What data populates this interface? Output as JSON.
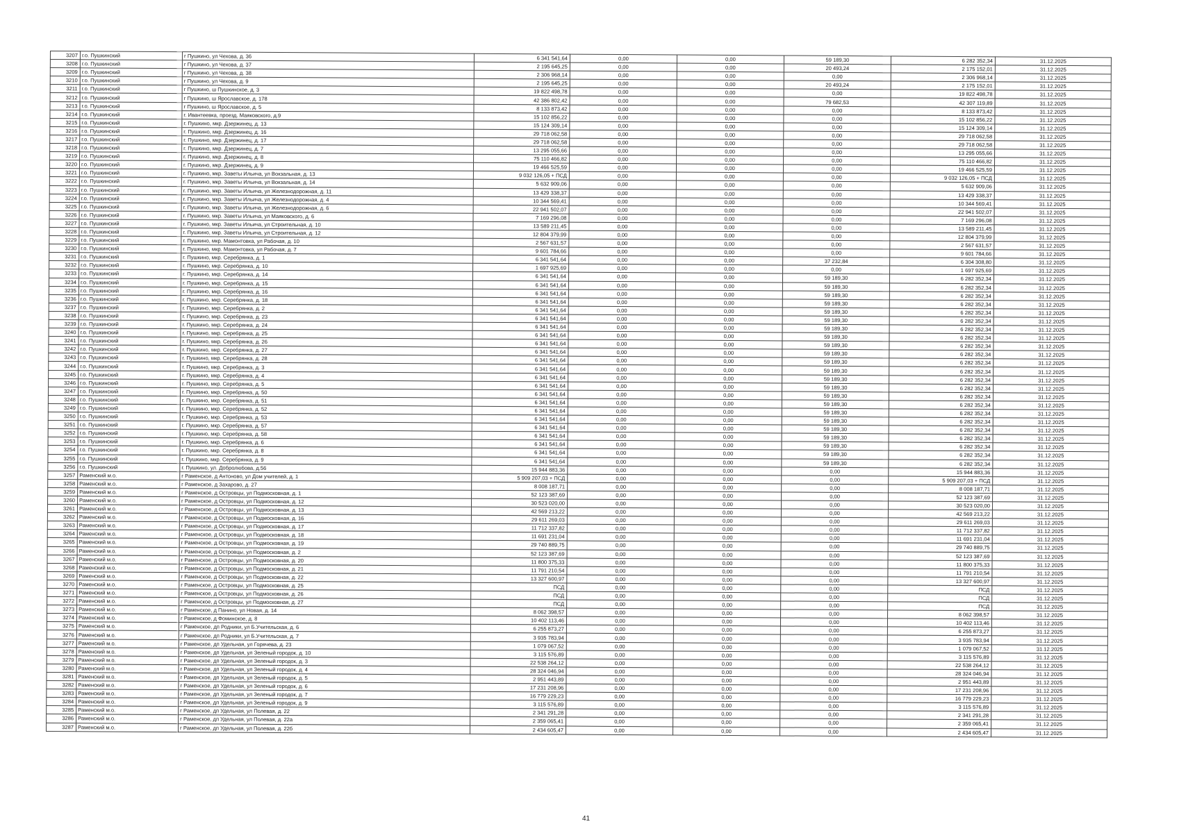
{
  "page_number": "41",
  "rows": [
    [
      "3207",
      "г.о. Пушкинский",
      "г Пушкино, ул Чехова, д. 36",
      "6 341 541,64",
      "0,00",
      "0,00",
      "59 189,30",
      "6 282 352,34",
      "31.12.2025"
    ],
    [
      "3208",
      "г.о. Пушкинский",
      "г Пушкино, ул Чехова, д. 37",
      "2 195 645,25",
      "0,00",
      "0,00",
      "20 493,24",
      "2 175 152,01",
      "31.12.2025"
    ],
    [
      "3209",
      "г.о. Пушкинский",
      "г Пушкино, ул Чехова, д. 38",
      "2 306 968,14",
      "0,00",
      "0,00",
      "0,00",
      "2 306 968,14",
      "31.12.2025"
    ],
    [
      "3210",
      "г.о. Пушкинский",
      "г Пушкино, ул Чехова, д. 9",
      "2 195 645,25",
      "0,00",
      "0,00",
      "20 493,24",
      "2 175 152,01",
      "31.12.2025"
    ],
    [
      "3211",
      "г.о. Пушкинский",
      "г Пушкино, ш Пушкинское, д. 3",
      "19 822 498,78",
      "0,00",
      "0,00",
      "0,00",
      "19 822 498,78",
      "31.12.2025"
    ],
    [
      "3212",
      "г.о. Пушкинский",
      "г Пушкино, ш Ярославское, д. 178",
      "42 386 802,42",
      "0,00",
      "0,00",
      "79 682,53",
      "42 307 119,89",
      "31.12.2025"
    ],
    [
      "3213",
      "г.о. Пушкинский",
      "г Пушкино, ш Ярославское, д. 5",
      "8 133 873,42",
      "0,00",
      "0,00",
      "0,00",
      "8 133 873,42",
      "31.12.2025"
    ],
    [
      "3214",
      "г.о. Пушкинский",
      "г. Ивантеевка, проезд. Маяковского, д.9",
      "15 102 856,22",
      "0,00",
      "0,00",
      "0,00",
      "15 102 856,22",
      "31.12.2025"
    ],
    [
      "3215",
      "г.о. Пушкинский",
      "г. Пушкино, мкр. Дзержинец, д. 13",
      "15 124 309,14",
      "0,00",
      "0,00",
      "0,00",
      "15 124 309,14",
      "31.12.2025"
    ],
    [
      "3216",
      "г.о. Пушкинский",
      "г. Пушкино, мкр. Дзержинец, д. 16",
      "29 718 062,58",
      "0,00",
      "0,00",
      "0,00",
      "29 718 062,58",
      "31.12.2025"
    ],
    [
      "3217",
      "г.о. Пушкинский",
      "г. Пушкино, мкр. Дзержинец, д. 17",
      "29 718 062,58",
      "0,00",
      "0,00",
      "0,00",
      "29 718 062,58",
      "31.12.2025"
    ],
    [
      "3218",
      "г.о. Пушкинский",
      "г. Пушкино, мкр. Дзержинец, д. 7",
      "13 295 055,66",
      "0,00",
      "0,00",
      "0,00",
      "13 295 055,66",
      "31.12.2025"
    ],
    [
      "3219",
      "г.о. Пушкинский",
      "г. Пушкино, мкр. Дзержинец, д. 8",
      "75 110 466,82",
      "0,00",
      "0,00",
      "0,00",
      "75 110 466,82",
      "31.12.2025"
    ],
    [
      "3220",
      "г.о. Пушкинский",
      "г. Пушкино, мкр. Дзержинец, д. 9",
      "19 466 525,59",
      "0,00",
      "0,00",
      "0,00",
      "19 466 525,59",
      "31.12.2025"
    ],
    [
      "3221",
      "г.о. Пушкинский",
      "г. Пушкино, мкр. Заветы Ильича, ул Вокзальная, д. 13",
      "9 032 126,05 + ПСД",
      "0,00",
      "0,00",
      "0,00",
      "9 032 126,05 + ПСД",
      "31.12.2025"
    ],
    [
      "3222",
      "г.о. Пушкинский",
      "г. Пушкино, мкр. Заветы Ильича, ул Вокзальная, д. 14",
      "5 632 909,06",
      "0,00",
      "0,00",
      "0,00",
      "5 632 909,06",
      "31.12.2025"
    ],
    [
      "3223",
      "г.о. Пушкинский",
      "г. Пушкино, мкр. Заветы Ильича, ул Железнодорожная, д. 11",
      "13 429 338,37",
      "0,00",
      "0,00",
      "0,00",
      "13 429 338,37",
      "31.12.2025"
    ],
    [
      "3224",
      "г.о. Пушкинский",
      "г. Пушкино, мкр. Заветы Ильича, ул Железнодорожная, д. 4",
      "10 344 569,41",
      "0,00",
      "0,00",
      "0,00",
      "10 344 569,41",
      "31.12.2025"
    ],
    [
      "3225",
      "г.о. Пушкинский",
      "г. Пушкино, мкр. Заветы Ильича, ул Железнодорожная, д. 6",
      "22 941 502,07",
      "0,00",
      "0,00",
      "0,00",
      "22 941 502,07",
      "31.12.2025"
    ],
    [
      "3226",
      "г.о. Пушкинский",
      "г. Пушкино, мкр. Заветы Ильича, ул Маяковского, д. 6",
      "7 169 296,08",
      "0,00",
      "0,00",
      "0,00",
      "7 169 296,08",
      "31.12.2025"
    ],
    [
      "3227",
      "г.о. Пушкинский",
      "г. Пушкино, мкр. Заветы Ильича, ул Строительная, д. 10",
      "13 589 211,45",
      "0,00",
      "0,00",
      "0,00",
      "13 589 211,45",
      "31.12.2025"
    ],
    [
      "3228",
      "г.о. Пушкинский",
      "г. Пушкино, мкр. Заветы Ильича, ул Строительная, д. 12",
      "12 804 379,99",
      "0,00",
      "0,00",
      "0,00",
      "12 804 379,99",
      "31.12.2025"
    ],
    [
      "3229",
      "г.о. Пушкинский",
      "г. Пушкино, мкр. Мамонтовка, ул Рабочая, д. 10",
      "2 567 631,57",
      "0,00",
      "0,00",
      "0,00",
      "2 567 631,57",
      "31.12.2025"
    ],
    [
      "3230",
      "г.о. Пушкинский",
      "г. Пушкино, мкр. Мамонтовка, ул Рабочая, д. 7",
      "9 601 784,66",
      "0,00",
      "0,00",
      "0,00",
      "9 601 784,66",
      "31.12.2025"
    ],
    [
      "3231",
      "г.о. Пушкинский",
      "г. Пушкино, мкр. Серебрянка, д. 1",
      "6 341 541,64",
      "0,00",
      "0,00",
      "37 232,84",
      "6 304 308,80",
      "31.12.2025"
    ],
    [
      "3232",
      "г.о. Пушкинский",
      "г. Пушкино, мкр. Серебрянка, д. 10",
      "1 697 925,69",
      "0,00",
      "0,00",
      "0,00",
      "1 697 925,69",
      "31.12.2025"
    ],
    [
      "3233",
      "г.о. Пушкинский",
      "г. Пушкино, мкр. Серебрянка, д. 14",
      "6 341 541,64",
      "0,00",
      "0,00",
      "59 189,30",
      "6 282 352,34",
      "31.12.2025"
    ],
    [
      "3234",
      "г.о. Пушкинский",
      "г. Пушкино, мкр. Серебрянка, д. 15",
      "6 341 541,64",
      "0,00",
      "0,00",
      "59 189,30",
      "6 282 352,34",
      "31.12.2025"
    ],
    [
      "3235",
      "г.о. Пушкинский",
      "г. Пушкино, мкр. Серебрянка, д. 16",
      "6 341 541,64",
      "0,00",
      "0,00",
      "59 189,30",
      "6 282 352,34",
      "31.12.2025"
    ],
    [
      "3236",
      "г.о. Пушкинский",
      "г. Пушкино, мкр. Серебрянка, д. 18",
      "6 341 541,64",
      "0,00",
      "0,00",
      "59 189,30",
      "6 282 352,34",
      "31.12.2025"
    ],
    [
      "3237",
      "г.о. Пушкинский",
      "г. Пушкино, мкр. Серебрянка, д. 2",
      "6 341 541,64",
      "0,00",
      "0,00",
      "59 189,30",
      "6 282 352,34",
      "31.12.2025"
    ],
    [
      "3238",
      "г.о. Пушкинский",
      "г. Пушкино, мкр. Серебрянка, д. 23",
      "6 341 541,64",
      "0,00",
      "0,00",
      "59 189,30",
      "6 282 352,34",
      "31.12.2025"
    ],
    [
      "3239",
      "г.о. Пушкинский",
      "г. Пушкино, мкр. Серебрянка, д. 24",
      "6 341 541,64",
      "0,00",
      "0,00",
      "59 189,30",
      "6 282 352,34",
      "31.12.2025"
    ],
    [
      "3240",
      "г.о. Пушкинский",
      "г. Пушкино, мкр. Серебрянка, д. 25",
      "6 341 541,64",
      "0,00",
      "0,00",
      "59 189,30",
      "6 282 352,34",
      "31.12.2025"
    ],
    [
      "3241",
      "г.о. Пушкинский",
      "г. Пушкино, мкр. Серебрянка, д. 26",
      "6 341 541,64",
      "0,00",
      "0,00",
      "59 189,30",
      "6 282 352,34",
      "31.12.2025"
    ],
    [
      "3242",
      "г.о. Пушкинский",
      "г. Пушкино, мкр. Серебрянка, д. 27",
      "6 341 541,64",
      "0,00",
      "0,00",
      "59 189,30",
      "6 282 352,34",
      "31.12.2025"
    ],
    [
      "3243",
      "г.о. Пушкинский",
      "г. Пушкино, мкр. Серебрянка, д. 28",
      "6 341 541,64",
      "0,00",
      "0,00",
      "59 189,30",
      "6 282 352,34",
      "31.12.2025"
    ],
    [
      "3244",
      "г.о. Пушкинский",
      "г. Пушкино, мкр. Серебрянка, д. 3",
      "6 341 541,64",
      "0,00",
      "0,00",
      "59 189,30",
      "6 282 352,34",
      "31.12.2025"
    ],
    [
      "3245",
      "г.о. Пушкинский",
      "г. Пушкино, мкр. Серебрянка, д. 4",
      "6 341 541,64",
      "0,00",
      "0,00",
      "59 189,30",
      "6 282 352,34",
      "31.12.2025"
    ],
    [
      "3246",
      "г.о. Пушкинский",
      "г. Пушкино, мкр. Серебрянка, д. 5",
      "6 341 541,64",
      "0,00",
      "0,00",
      "59 189,30",
      "6 282 352,34",
      "31.12.2025"
    ],
    [
      "3247",
      "г.о. Пушкинский",
      "г. Пушкино, мкр. Серебрянка, д. 50",
      "6 341 541,64",
      "0,00",
      "0,00",
      "59 189,30",
      "6 282 352,34",
      "31.12.2025"
    ],
    [
      "3248",
      "г.о. Пушкинский",
      "г. Пушкино, мкр. Серебрянка, д. 51",
      "6 341 541,64",
      "0,00",
      "0,00",
      "59 189,30",
      "6 282 352,34",
      "31.12.2025"
    ],
    [
      "3249",
      "г.о. Пушкинский",
      "г. Пушкино, мкр. Серебрянка, д. 52",
      "6 341 541,64",
      "0,00",
      "0,00",
      "59 189,30",
      "6 282 352,34",
      "31.12.2025"
    ],
    [
      "3250",
      "г.о. Пушкинский",
      "г. Пушкино, мкр. Серебрянка, д. 53",
      "6 341 541,64",
      "0,00",
      "0,00",
      "59 189,30",
      "6 282 352,34",
      "31.12.2025"
    ],
    [
      "3251",
      "г.о. Пушкинский",
      "г. Пушкино, мкр. Серебрянка, д. 57",
      "6 341 541,64",
      "0,00",
      "0,00",
      "59 189,30",
      "6 282 352,34",
      "31.12.2025"
    ],
    [
      "3252",
      "г.о. Пушкинский",
      "г. Пушкино, мкр. Серебрянка, д. 58",
      "6 341 541,64",
      "0,00",
      "0,00",
      "59 189,30",
      "6 282 352,34",
      "31.12.2025"
    ],
    [
      "3253",
      "г.о. Пушкинский",
      "г. Пушкино, мкр. Серебрянка, д. 6",
      "6 341 541,64",
      "0,00",
      "0,00",
      "59 189,30",
      "6 282 352,34",
      "31.12.2025"
    ],
    [
      "3254",
      "г.о. Пушкинский",
      "г. Пушкино, мкр. Серебрянка, д. 8",
      "6 341 541,64",
      "0,00",
      "0,00",
      "59 189,30",
      "6 282 352,34",
      "31.12.2025"
    ],
    [
      "3255",
      "г.о. Пушкинский",
      "г. Пушкино, мкр. Серебрянка, д. 9",
      "6 341 541,64",
      "0,00",
      "0,00",
      "59 189,30",
      "6 282 352,34",
      "31.12.2025"
    ],
    [
      "3256",
      "г.о. Пушкинский",
      "г. Пушкино, ул. Добролюбова, д.56",
      "15 944 883,36",
      "0,00",
      "0,00",
      "0,00",
      "15 944 883,36",
      "31.12.2025"
    ],
    [
      "3257",
      "Раменский м.о.",
      "г Раменское, д Антоново, ул Дом учителей, д. 1",
      "5 909 207,03 + ПСД",
      "0,00",
      "0,00",
      "0,00",
      "5 909 207,03 + ПСД",
      "31.12.2025"
    ],
    [
      "3258",
      "Раменский м.о.",
      "г Раменское, д Захарово, д. 27",
      "8 008 187,71",
      "0,00",
      "0,00",
      "0,00",
      "8 008 187,71",
      "31.12.2025"
    ],
    [
      "3259",
      "Раменский м.о.",
      "г Раменское, д Островцы, ул Подмосковная, д. 1",
      "52 123 387,69",
      "0,00",
      "0,00",
      "0,00",
      "52 123 387,69",
      "31.12.2025"
    ],
    [
      "3260",
      "Раменский м.о.",
      "г Раменское, д Островцы, ул Подмосковная, д. 12",
      "30 523 020,00",
      "0,00",
      "0,00",
      "0,00",
      "30 523 020,00",
      "31.12.2025"
    ],
    [
      "3261",
      "Раменский м.о.",
      "г Раменское, д Островцы, ул Подмосковная, д. 13",
      "42 569 213,22",
      "0,00",
      "0,00",
      "0,00",
      "42 569 213,22",
      "31.12.2025"
    ],
    [
      "3262",
      "Раменский м.о.",
      "г Раменское, д Островцы, ул Подмосковная, д. 16",
      "29 611 269,03",
      "0,00",
      "0,00",
      "0,00",
      "29 611 269,03",
      "31.12.2025"
    ],
    [
      "3263",
      "Раменский м.о.",
      "г Раменское, д Островцы, ул Подмосковная, д. 17",
      "11 712 337,82",
      "0,00",
      "0,00",
      "0,00",
      "11 712 337,82",
      "31.12.2025"
    ],
    [
      "3264",
      "Раменский м.о.",
      "г Раменское, д Островцы, ул Подмосковная, д. 18",
      "11 691 231,04",
      "0,00",
      "0,00",
      "0,00",
      "11 691 231,04",
      "31.12.2025"
    ],
    [
      "3265",
      "Раменский м.о.",
      "г Раменское, д Островцы, ул Подмосковная, д. 19",
      "29 740 889,75",
      "0,00",
      "0,00",
      "0,00",
      "29 740 889,75",
      "31.12.2025"
    ],
    [
      "3266",
      "Раменский м.о.",
      "г Раменское, д Островцы, ул Подмосковная, д. 2",
      "52 123 387,69",
      "0,00",
      "0,00",
      "0,00",
      "52 123 387,69",
      "31.12.2025"
    ],
    [
      "3267",
      "Раменский м.о.",
      "г Раменское, д Островцы, ул Подмосковная, д. 20",
      "11 800 375,33",
      "0,00",
      "0,00",
      "0,00",
      "11 800 375,33",
      "31.12.2025"
    ],
    [
      "3268",
      "Раменский м.о.",
      "г Раменское, д Островцы, ул Подмосковная, д. 21",
      "11 791 210,54",
      "0,00",
      "0,00",
      "0,00",
      "11 791 210,54",
      "31.12.2025"
    ],
    [
      "3269",
      "Раменский м.о.",
      "г Раменское, д Островцы, ул Подмосковная, д. 22",
      "13 327 600,97",
      "0,00",
      "0,00",
      "0,00",
      "13 327 600,97",
      "31.12.2025"
    ],
    [
      "3270",
      "Раменский м.о.",
      "г Раменское, д Островцы, ул Подмосковная, д. 25",
      "ПСД",
      "0,00",
      "0,00",
      "0,00",
      "ПСД",
      "31.12.2025"
    ],
    [
      "3271",
      "Раменский м.о.",
      "г Раменское, д Островцы, ул Подмосковная, д. 26",
      "ПСД",
      "0,00",
      "0,00",
      "0,00",
      "ПСД",
      "31.12.2025"
    ],
    [
      "3272",
      "Раменский м.о.",
      "г Раменское, д Островцы, ул Подмосковная, д. 27",
      "ПСД",
      "0,00",
      "0,00",
      "0,00",
      "ПСД",
      "31.12.2025"
    ],
    [
      "3273",
      "Раменский м.о.",
      "г Раменское, д Панино, ул Новая, д. 14",
      "8 062 398,57",
      "0,00",
      "0,00",
      "0,00",
      "8 062 398,57",
      "31.12.2025"
    ],
    [
      "3274",
      "Раменский м.о.",
      "г Раменское, д Фоминское, д. 8",
      "10 402 113,46",
      "0,00",
      "0,00",
      "0,00",
      "10 402 113,46",
      "31.12.2025"
    ],
    [
      "3275",
      "Раменский м.о.",
      "г Раменское, дп Родники, ул Б.Учительская, д. 6",
      "6 255 873,27",
      "0,00",
      "0,00",
      "0,00",
      "6 255 873,27",
      "31.12.2025"
    ],
    [
      "3276",
      "Раменский м.о.",
      "г Раменское, дп Родники, ул Б.Учительская, д. 7",
      "3 935 783,94",
      "0,00",
      "0,00",
      "0,00",
      "3 935 783,94",
      "31.12.2025"
    ],
    [
      "3277",
      "Раменский м.о.",
      "г Раменское, дп Удельная, ул Горячева, д. 23",
      "1 079 067,52",
      "0,00",
      "0,00",
      "0,00",
      "1 079 067,52",
      "31.12.2025"
    ],
    [
      "3278",
      "Раменский м.о.",
      "г Раменское, дп Удельная, ул Зеленый городок, д. 10",
      "3 115 576,89",
      "0,00",
      "0,00",
      "0,00",
      "3 115 576,89",
      "31.12.2025"
    ],
    [
      "3279",
      "Раменский м.о.",
      "г Раменское, дп Удельная, ул Зеленый городок, д. 3",
      "22 538 264,12",
      "0,00",
      "0,00",
      "0,00",
      "22 538 264,12",
      "31.12.2025"
    ],
    [
      "3280",
      "Раменский м.о.",
      "г Раменское, дп Удельная, ул Зеленый городок, д. 4",
      "28 324 046,94",
      "0,00",
      "0,00",
      "0,00",
      "28 324 046,94",
      "31.12.2025"
    ],
    [
      "3281",
      "Раменский м.о.",
      "г Раменское, дп Удельная, ул Зеленый городок, д. 5",
      "2 951 443,89",
      "0,00",
      "0,00",
      "0,00",
      "2 951 443,89",
      "31.12.2025"
    ],
    [
      "3282",
      "Раменский м.о.",
      "г Раменское, дп Удельная, ул Зеленый городок, д. 6",
      "17 231 208,96",
      "0,00",
      "0,00",
      "0,00",
      "17 231 208,96",
      "31.12.2025"
    ],
    [
      "3283",
      "Раменский м.о.",
      "г Раменское, дп Удельная, ул Зеленый городок, д. 7",
      "16 779 229,23",
      "0,00",
      "0,00",
      "0,00",
      "16 779 229,23",
      "31.12.2025"
    ],
    [
      "3284",
      "Раменский м.о.",
      "г Раменское, дп Удельная, ул Зеленый городок, д. 9",
      "3 115 576,89",
      "0,00",
      "0,00",
      "0,00",
      "3 115 576,89",
      "31.12.2025"
    ],
    [
      "3285",
      "Раменский м.о.",
      "г Раменское, дп Удельная, ул Полевая, д. 22",
      "2 341 291,28",
      "0,00",
      "0,00",
      "0,00",
      "2 341 291,28",
      "31.12.2025"
    ],
    [
      "3286",
      "Раменский м.о.",
      "г Раменское, дп Удельная, ул Полевая, д. 22а",
      "2 359 065,41",
      "0,00",
      "0,00",
      "0,00",
      "2 359 065,41",
      "31.12.2025"
    ],
    [
      "3287",
      "Раменский м.о.",
      "г Раменское, дп Удельная, ул Полевая, д. 22б",
      "2 434 605,47",
      "0,00",
      "0,00",
      "0,00",
      "2 434 605,47",
      "31.12.2025"
    ]
  ]
}
